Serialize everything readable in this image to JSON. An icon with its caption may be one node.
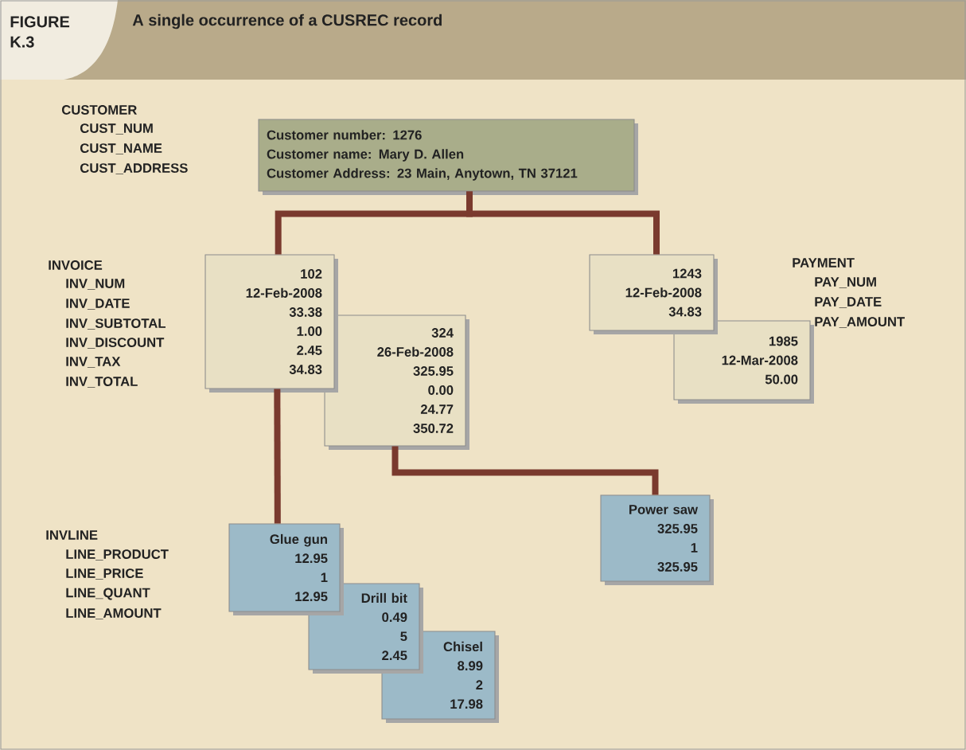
{
  "diagram": {
    "title": "A single occurrence of a CUSREC record",
    "nodes": [
      {
        "text": [
          "Customer number: 1276",
          "Customer name: Mary D. Allen",
          "Customer Address: 23 Main, Anytown, TN 37121"
        ]
      },
      {
        "text": [
          "102",
          "12-Feb-2008",
          "33.38",
          "1.00",
          "2.45",
          "34.83"
        ]
      },
      {
        "text": [
          "324",
          "26-Feb-2008",
          "325.95",
          "0.00",
          "24.77",
          "350.72"
        ]
      },
      {
        "text": [
          "1243",
          "12-Feb-2008",
          "34.83"
        ]
      },
      {
        "text": [
          "1985",
          "12-Mar-2008",
          "50.00"
        ]
      },
      {
        "text": [
          "Glue gun",
          "12.95",
          "1",
          "12.95"
        ]
      },
      {
        "text": [
          "Drill bit",
          "0.49",
          "5",
          "2.45"
        ]
      },
      {
        "text": [
          "Chisel",
          "8.99",
          "2",
          "17.98"
        ]
      },
      {
        "text": [
          "Power saw",
          "325.95",
          "1",
          "325.95"
        ]
      }
    ],
    "edges": [
      {
        "from": 0,
        "to": 1,
        "arrow": "none"
      },
      {
        "from": 0,
        "to": 3,
        "arrow": "none"
      },
      {
        "from": 1,
        "to": 5,
        "arrow": "none"
      },
      {
        "from": 2,
        "to": 8,
        "arrow": "none"
      }
    ],
    "labels": [
      "FIGURE K.3",
      "CUSTOMER",
      "CUST_NUM",
      "CUST_NAME",
      "CUST_ADDRESS",
      "INVOICE",
      "INV_NUM",
      "INV_DATE",
      "INV_SUBTOTAL",
      "INV_DISCOUNT",
      "INV_TAX",
      "INV_TOTAL",
      "PAYMENT",
      "PAY_NUM",
      "PAY_DATE",
      "PAY_AMOUNT",
      "INVLINE",
      "LINE_PRODUCT",
      "LINE_PRICE",
      "LINE_QUANT",
      "LINE_AMOUNT"
    ]
  }
}
